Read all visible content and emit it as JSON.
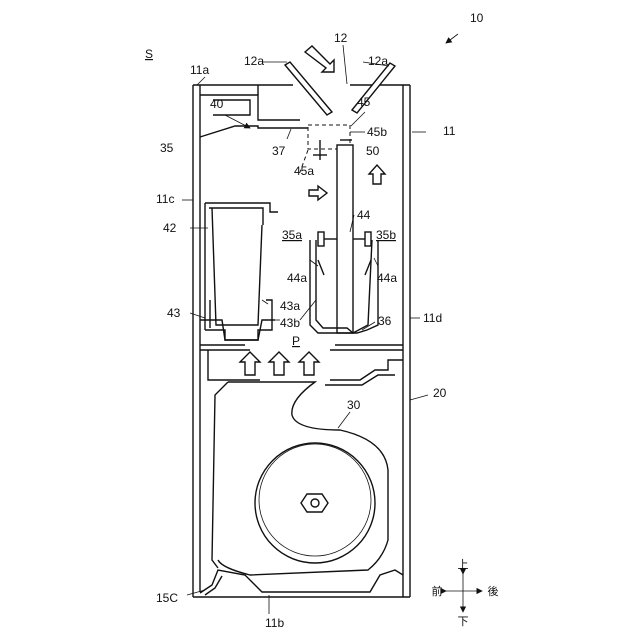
{
  "labels": {
    "l10": "10",
    "lS": "S",
    "l11": "11",
    "l11a": "11a",
    "l11b": "11b",
    "l11c": "11c",
    "l11d": "11d",
    "l12": "12",
    "l12a_left": "12a",
    "l12a_right": "12a",
    "l15C": "15C",
    "l20": "20",
    "l30": "30",
    "l35": "35",
    "l35a": "35a",
    "l35b": "35b",
    "l36": "36",
    "l37": "37",
    "l40": "40",
    "l42": "42",
    "l43": "43",
    "l43a": "43a",
    "l43b": "43b",
    "l44": "44",
    "l44a_left": "44a",
    "l44a_right": "44a",
    "l45": "45",
    "l45a": "45a",
    "l45b": "45b",
    "l50": "50",
    "lP": "P"
  },
  "directions": {
    "up": "上",
    "down": "下",
    "front": "前",
    "back": "後"
  }
}
